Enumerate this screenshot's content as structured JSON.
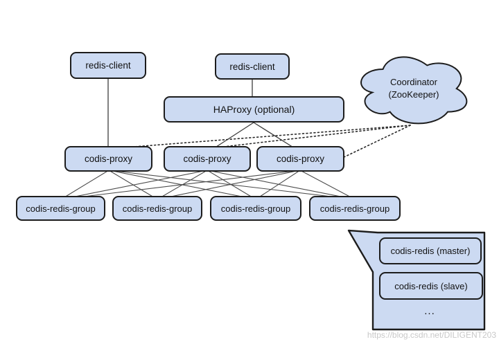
{
  "colors": {
    "node_fill": "#ccdaf2",
    "node_border": "#1c1c1c",
    "edge_solid": "#3c3c3c",
    "edge_dotted": "#2a2a2a",
    "watermark": "#bebebe",
    "background": "#ffffff"
  },
  "nodes": {
    "redis_client_1": {
      "label": "redis-client"
    },
    "redis_client_2": {
      "label": "redis-client"
    },
    "haproxy": {
      "label": "HAProxy (optional)"
    },
    "coordinator": {
      "label_line1": "Coordinator",
      "label_line2": "(ZooKeeper)"
    },
    "codis_proxy_1": {
      "label": "codis-proxy"
    },
    "codis_proxy_2": {
      "label": "codis-proxy"
    },
    "codis_proxy_3": {
      "label": "codis-proxy"
    },
    "codis_redis_group_1": {
      "label": "codis-redis-group"
    },
    "codis_redis_group_2": {
      "label": "codis-redis-group"
    },
    "codis_redis_group_3": {
      "label": "codis-redis-group"
    },
    "codis_redis_group_4": {
      "label": "codis-redis-group"
    },
    "codis_redis_master": {
      "label": "codis-redis (master)"
    },
    "codis_redis_slave": {
      "label": "codis-redis (slave)"
    },
    "group_detail_ellipsis": {
      "label": "..."
    }
  },
  "edges": [
    {
      "from": "redis-client-1",
      "to": "codis-proxy-1",
      "style": "solid"
    },
    {
      "from": "redis-client-2",
      "to": "haproxy",
      "style": "solid"
    },
    {
      "from": "haproxy",
      "to": "codis-proxy-2",
      "style": "solid"
    },
    {
      "from": "haproxy",
      "to": "codis-proxy-3",
      "style": "solid"
    },
    {
      "from": "coordinator",
      "to": "codis-proxy-1",
      "style": "dotted"
    },
    {
      "from": "coordinator",
      "to": "codis-proxy-2",
      "style": "dotted"
    },
    {
      "from": "coordinator",
      "to": "codis-proxy-3",
      "style": "dotted"
    },
    {
      "from": "codis-proxy-1",
      "to": "codis-redis-group-1",
      "style": "solid"
    },
    {
      "from": "codis-proxy-1",
      "to": "codis-redis-group-2",
      "style": "solid"
    },
    {
      "from": "codis-proxy-1",
      "to": "codis-redis-group-3",
      "style": "solid"
    },
    {
      "from": "codis-proxy-1",
      "to": "codis-redis-group-4",
      "style": "solid"
    },
    {
      "from": "codis-proxy-2",
      "to": "codis-redis-group-1",
      "style": "solid"
    },
    {
      "from": "codis-proxy-2",
      "to": "codis-redis-group-2",
      "style": "solid"
    },
    {
      "from": "codis-proxy-2",
      "to": "codis-redis-group-3",
      "style": "solid"
    },
    {
      "from": "codis-proxy-2",
      "to": "codis-redis-group-4",
      "style": "solid"
    },
    {
      "from": "codis-proxy-3",
      "to": "codis-redis-group-1",
      "style": "solid"
    },
    {
      "from": "codis-proxy-3",
      "to": "codis-redis-group-2",
      "style": "solid"
    },
    {
      "from": "codis-proxy-3",
      "to": "codis-redis-group-3",
      "style": "solid"
    },
    {
      "from": "codis-proxy-3",
      "to": "codis-redis-group-4",
      "style": "solid"
    },
    {
      "from": "codis-redis-group-4",
      "to": "group-detail-callout",
      "style": "callout-tail"
    }
  ],
  "watermark": {
    "text": "https://blog.csdn.net/DILIGENT203"
  }
}
